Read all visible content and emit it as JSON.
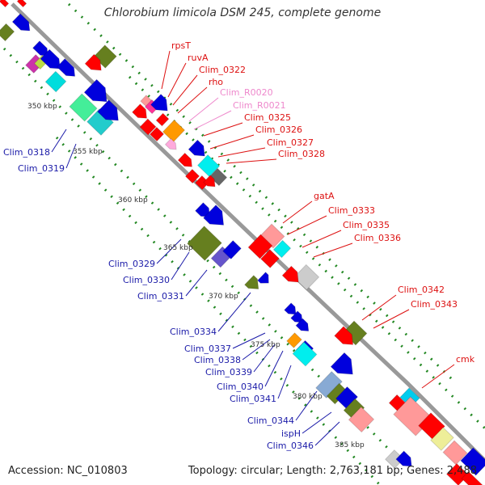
{
  "title": "Chlorobium limicola DSM 245, complete genome",
  "accession": "Accession: NC_010803",
  "summary": "Topology: circular; Length: 2,763,181 bp; Genes: 2,488",
  "colors": {
    "backbone": "#999999",
    "dots": "#228822",
    "blue_label": "#1a1aa8",
    "red_label": "#dd1111",
    "rna_label": "#ee88cc",
    "tick_label": "#333333"
  },
  "kbp_ticks": [
    "350 kbp",
    "355 kbp",
    "360 kbp",
    "365 kbp",
    "370 kbp",
    "375 kbp",
    "380 kbp",
    "385 kbp"
  ],
  "left_labels": [
    "Clim_0318",
    "Clim_0319",
    "Clim_0329",
    "Clim_0330",
    "Clim_0331",
    "Clim_0334",
    "Clim_0337",
    "Clim_0338",
    "Clim_0339",
    "Clim_0340",
    "Clim_0341",
    "Clim_0344",
    "ispH",
    "Clim_0346"
  ],
  "right_labels": [
    "rpsT",
    "ruvA",
    "Clim_0322",
    "rho",
    "Clim_R0020",
    "Clim_R0021",
    "Clim_0325",
    "Clim_0326",
    "Clim_0327",
    "Clim_0328",
    "gatA",
    "Clim_0333",
    "Clim_0335",
    "Clim_0336",
    "Clim_0342",
    "Clim_0343",
    "cmk"
  ]
}
